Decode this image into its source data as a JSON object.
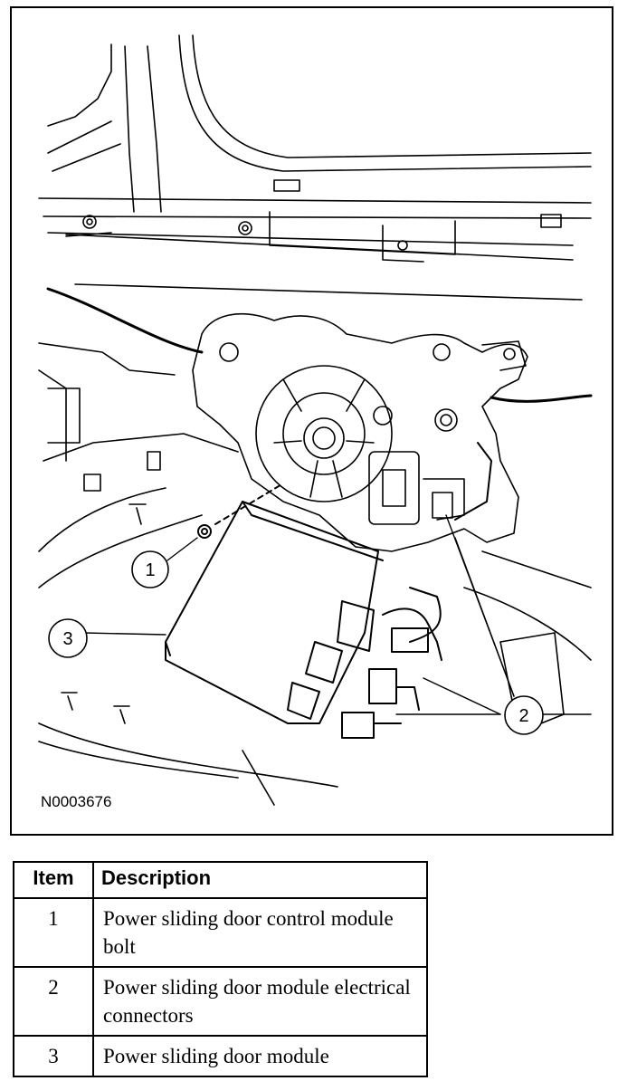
{
  "figure": {
    "id": "N0003676",
    "callouts": [
      {
        "number": "1"
      },
      {
        "number": "2"
      },
      {
        "number": "3"
      }
    ]
  },
  "legend": {
    "headers": {
      "item": "Item",
      "description": "Description"
    },
    "rows": [
      {
        "item": "1",
        "description": "Power sliding door control module bolt"
      },
      {
        "item": "2",
        "description": "Power sliding door module electrical connectors"
      },
      {
        "item": "3",
        "description": "Power sliding door module"
      }
    ]
  }
}
